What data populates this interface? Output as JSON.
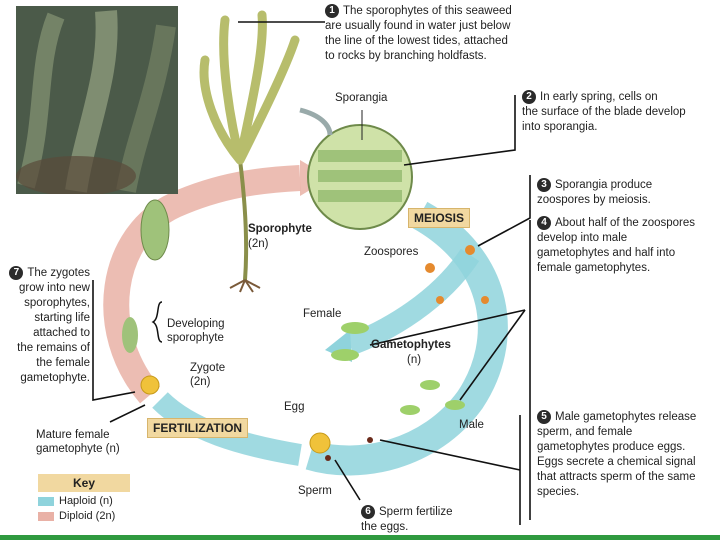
{
  "colors": {
    "haploid": "#8fd3dc",
    "diploid": "#e9b1a6",
    "label_box": "#f1d8a0",
    "bottom_bar": "#2f9a3f"
  },
  "steps": [
    {
      "num": "1",
      "text": "The sporophytes of this seaweed\nare usually found in water just below\nthe line of the lowest tides, attached\nto rocks by branching holdfasts."
    },
    {
      "num": "2",
      "text": "In early spring, cells on\nthe surface of the blade develop\ninto sporangia."
    },
    {
      "num": "3",
      "text": "Sporangia produce\nzoospores by meiosis."
    },
    {
      "num": "4",
      "text": "About half of the zoospores\ndevelop into male\ngametophytes and half into\nfemale gametophytes."
    },
    {
      "num": "5",
      "text": "Male gametophytes release\nsperm, and female\ngametophytes produce eggs.\nEggs secrete a chemical signal\nthat attracts sperm of the same\nspecies."
    },
    {
      "num": "6",
      "text": "Sperm fertilize\nthe eggs."
    },
    {
      "num": "7",
      "text": "The zygotes\ngrow into new\nsporophytes,\nstarting life\nattached to\nthe remains of\nthe female\ngametophyte."
    }
  ],
  "labels": {
    "sporangia": "Sporangia",
    "sporophyte": "Sporophyte",
    "sporophyte_ploidy": "(2n)",
    "meiosis": "MEIOSIS",
    "zoospores": "Zoospores",
    "female": "Female",
    "gametophytes": "Gametophytes",
    "gametophytes_ploidy": "(n)",
    "developing": "Developing\nsporophyte",
    "zygote": "Zygote\n(2n)",
    "egg": "Egg",
    "male": "Male",
    "fertilization": "FERTILIZATION",
    "mature_female": "Mature female\ngametophyte (n)",
    "sperm": "Sperm"
  },
  "key": {
    "title": "Key",
    "haploid": "Haploid (n)",
    "diploid": "Diploid (2n)"
  }
}
